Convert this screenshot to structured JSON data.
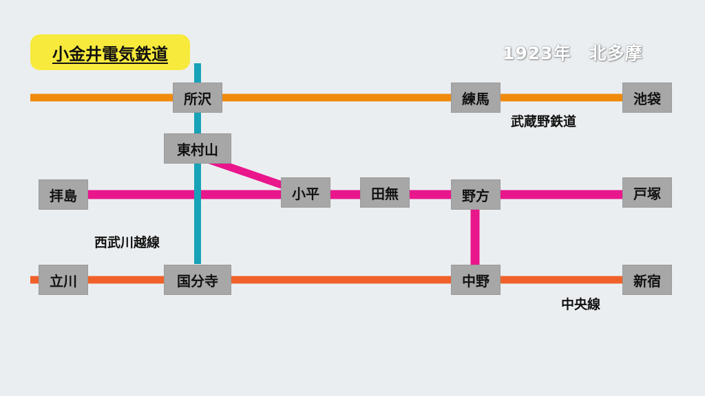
{
  "title": "小金井電気鉄道",
  "era": "1923年　北多摩",
  "colors": {
    "background": "#ebeef0",
    "title_badge": "#f7ea3c",
    "station_box": "#a7a7a7",
    "seibu_kawagoe_line": "#17a2b8",
    "musashino_railway": "#f08a0c",
    "koganei_railway": "#e9168c",
    "chuo_line": "#f0612a"
  },
  "line_labels": {
    "musashino": "武蔵野鉄道",
    "seibu_kawagoe": "西武川越線",
    "chuo": "中央線"
  },
  "stations": {
    "tokorozawa": "所沢",
    "nerima": "練馬",
    "ikebukuro": "池袋",
    "higashimurayama": "東村山",
    "haijima": "拝島",
    "kodaira": "小平",
    "tanashi": "田無",
    "nogata": "野方",
    "totsuka": "戸塚",
    "tachikawa": "立川",
    "kokubunji": "国分寺",
    "nakano": "中野",
    "shinjuku": "新宿"
  }
}
